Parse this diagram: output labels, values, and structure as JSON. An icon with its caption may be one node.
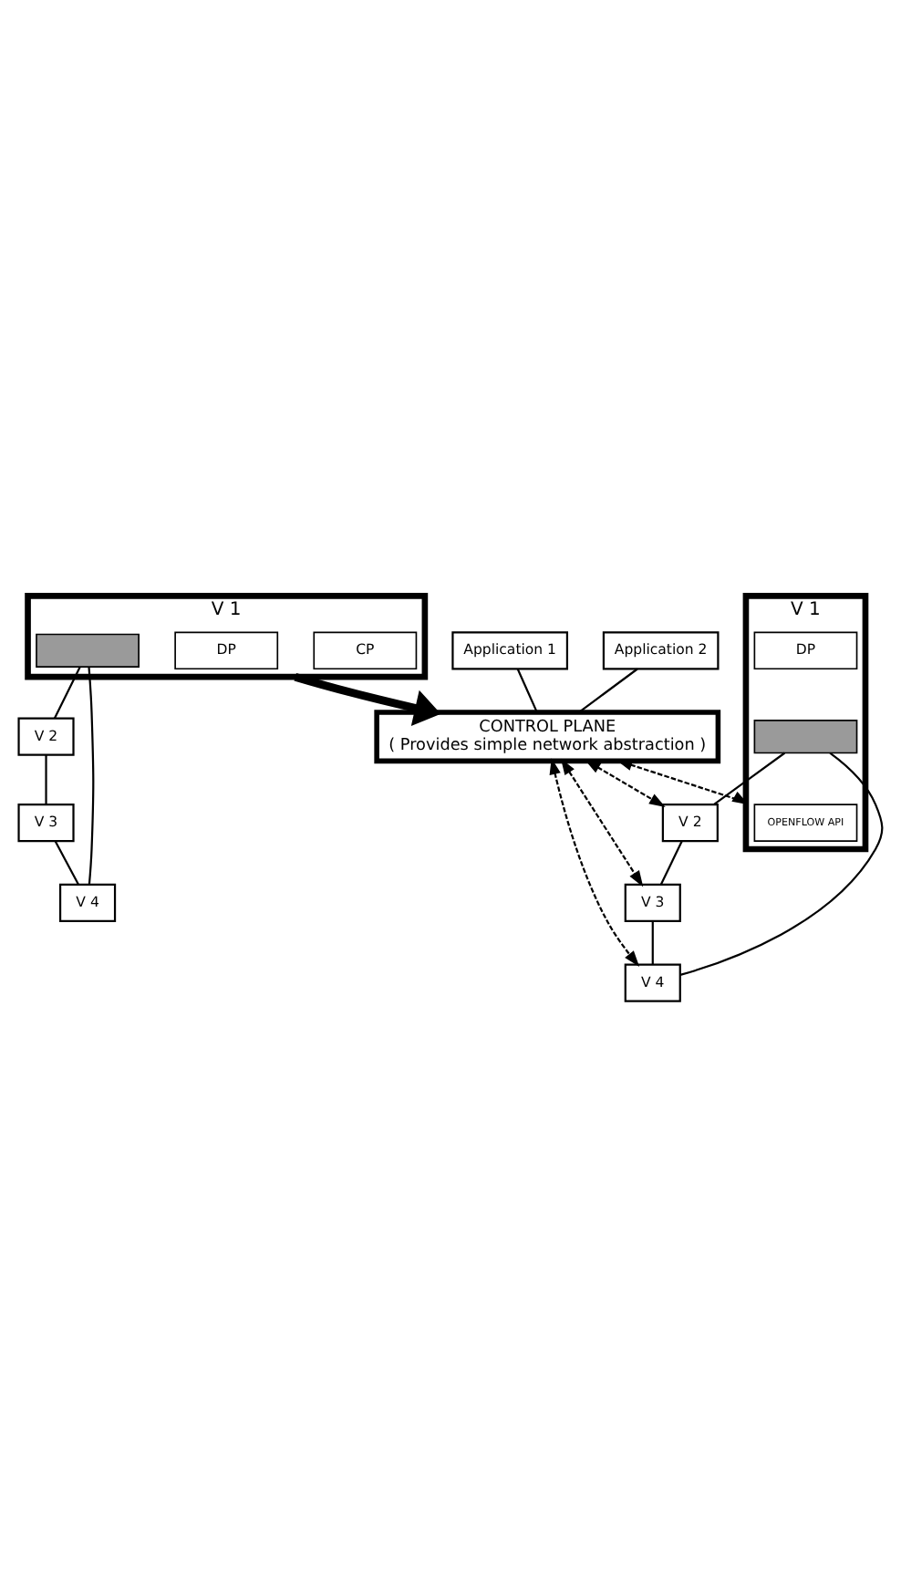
{
  "diagram": {
    "nodes": [
      {
        "text": [
          "V 1"
        ]
      },
      {
        "text": [
          "CP"
        ],
        "in": 0
      },
      {
        "text": [],
        "shape": "box",
        "in": 0
      },
      {
        "text": [
          "DP"
        ],
        "in": 0
      },
      {
        "text": [
          "V 2"
        ]
      },
      {
        "text": [
          "V 3"
        ]
      },
      {
        "text": [
          "V 4"
        ]
      },
      {
        "text": [
          "Application 1"
        ]
      },
      {
        "text": [
          "Application 2"
        ]
      },
      {
        "text": [
          "CONTROL PLANE",
          "( Provides simple network abstraction )"
        ]
      },
      {
        "text": [
          "V 1"
        ]
      },
      {
        "text": [
          "OPENFLOW API"
        ],
        "in": 10
      },
      {
        "text": [],
        "shape": "box",
        "in": 10
      },
      {
        "text": [
          "DP"
        ],
        "in": 10
      },
      {
        "text": [
          "V 2"
        ]
      },
      {
        "text": [
          "V 3"
        ]
      },
      {
        "text": [
          "V 4"
        ]
      }
    ],
    "edges": [
      {
        "from": 2,
        "to": 4,
        "arrow": "none"
      },
      {
        "from": 4,
        "to": 5,
        "arrow": "none"
      },
      {
        "from": 5,
        "to": 6,
        "arrow": "none"
      },
      {
        "from": 2,
        "to": 6,
        "arrow": "none"
      },
      {
        "from": 0,
        "to": 9,
        "arrow": "to",
        "style": "thick"
      },
      {
        "from": 7,
        "to": 9,
        "arrow": "none"
      },
      {
        "from": 8,
        "to": 9,
        "arrow": "none"
      },
      {
        "from": 9,
        "to": 10,
        "arrow": "both",
        "style": "dashed"
      },
      {
        "from": 9,
        "to": 14,
        "arrow": "both",
        "style": "dashed"
      },
      {
        "from": 9,
        "to": 16,
        "arrow": "both",
        "style": "dashed"
      },
      {
        "from": 9,
        "to": 15,
        "arrow": "both",
        "style": "dashed"
      },
      {
        "from": 12,
        "to": 14,
        "arrow": "none"
      },
      {
        "from": 14,
        "to": 15,
        "arrow": "none"
      },
      {
        "from": 15,
        "to": 16,
        "arrow": "none"
      },
      {
        "from": 12,
        "to": 16,
        "arrow": "none"
      }
    ]
  }
}
